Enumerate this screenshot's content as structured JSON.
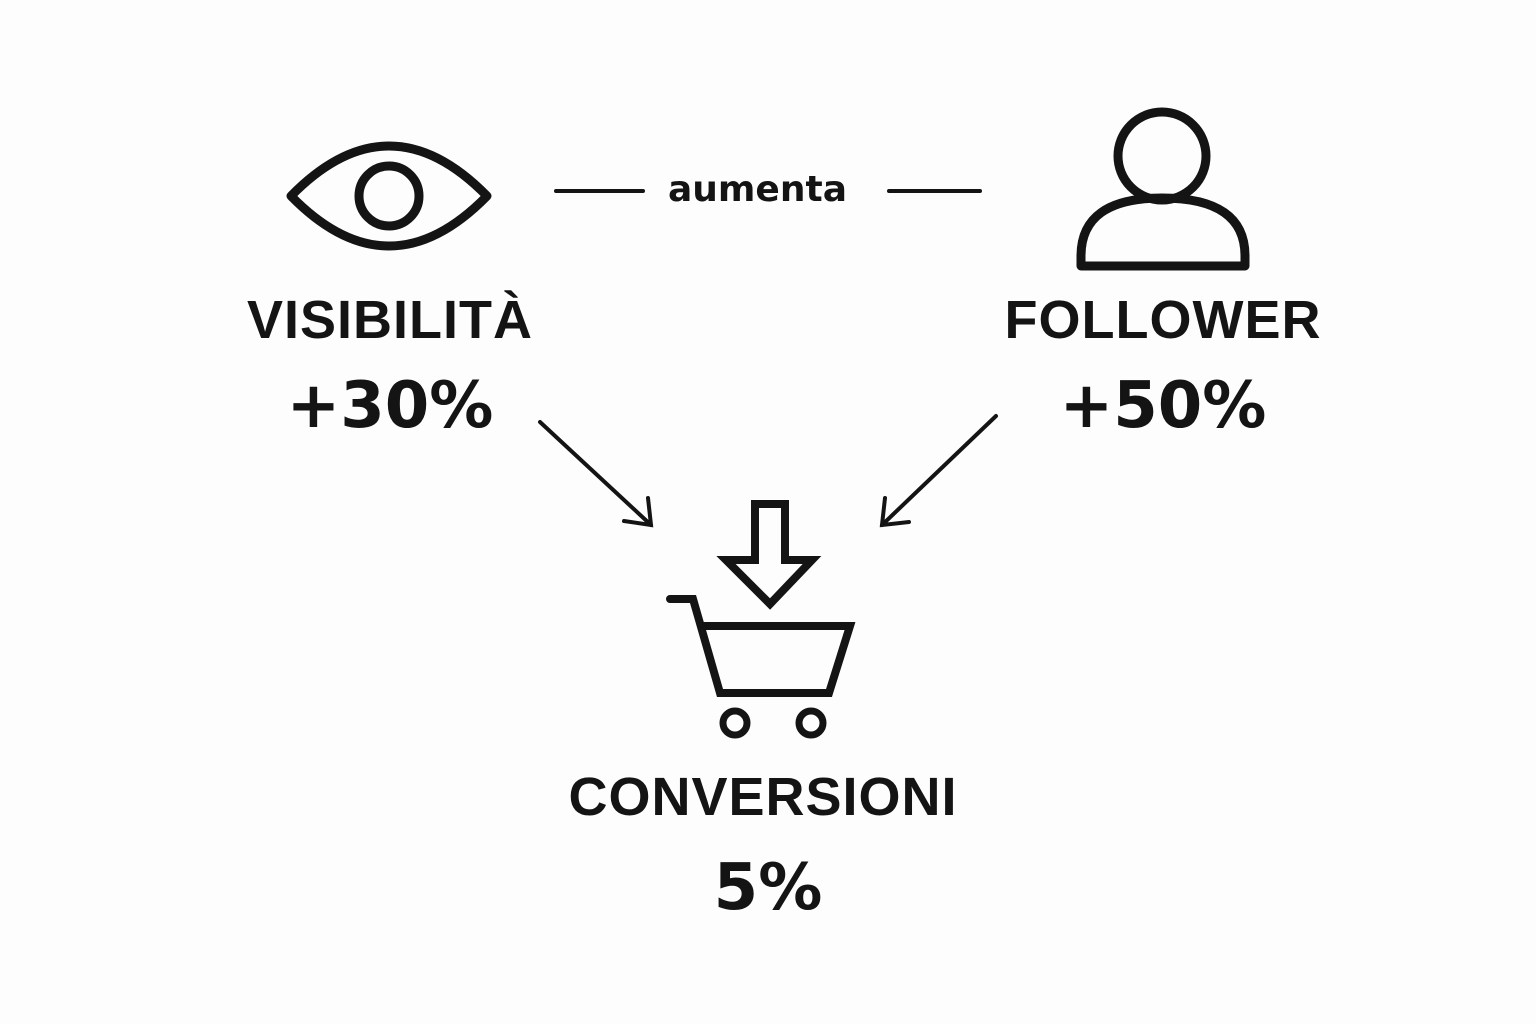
{
  "nodes": {
    "visibility": {
      "icon": "eye-icon",
      "label": "VISIBILITÀ",
      "value": "+30%"
    },
    "followers": {
      "icon": "user-icon",
      "label": "FOLLOWER",
      "value": "+50%"
    },
    "conversions": {
      "icon": "shopping-cart-down-arrow-icon",
      "label": "CONVERSIONI",
      "value": "5%"
    }
  },
  "connector": {
    "label": "aumenta"
  },
  "colors": {
    "stroke": "#141414",
    "background": "#fdfdfd"
  }
}
